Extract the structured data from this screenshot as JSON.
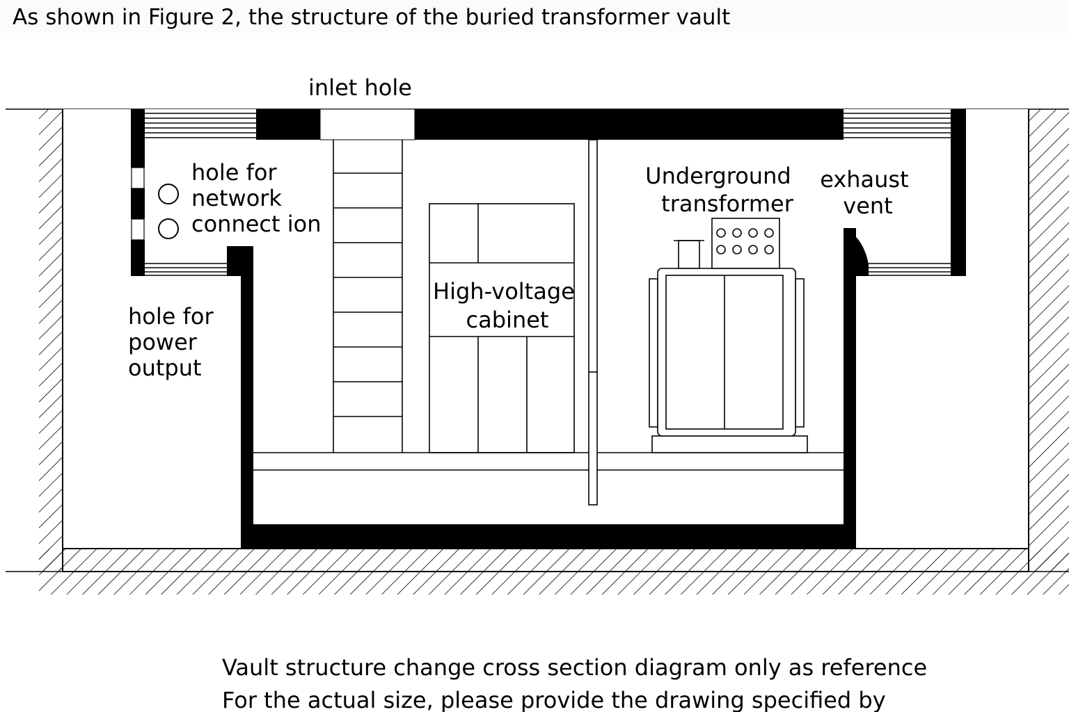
{
  "header": {
    "text": "As shown in Figure 2, the structure of the buried transformer vault"
  },
  "labels": {
    "inlet_hole": "inlet hole",
    "network_hole": [
      "hole for",
      "network",
      "connect ion"
    ],
    "power_hole": [
      "hole for",
      "power",
      "output"
    ],
    "hv_cabinet": [
      "High-voltage",
      "cabinet"
    ],
    "transformer": [
      "Underground",
      "transformer"
    ],
    "exhaust_vent": [
      "exhaust",
      "vent"
    ]
  },
  "caption": {
    "line1": "Vault structure change cross section diagram only as reference",
    "line2": "For the actual size, please provide the drawing specified by"
  },
  "colors": {
    "wall": "#000000",
    "background": "#ffffff",
    "header_bg": "#fbfbfb"
  }
}
